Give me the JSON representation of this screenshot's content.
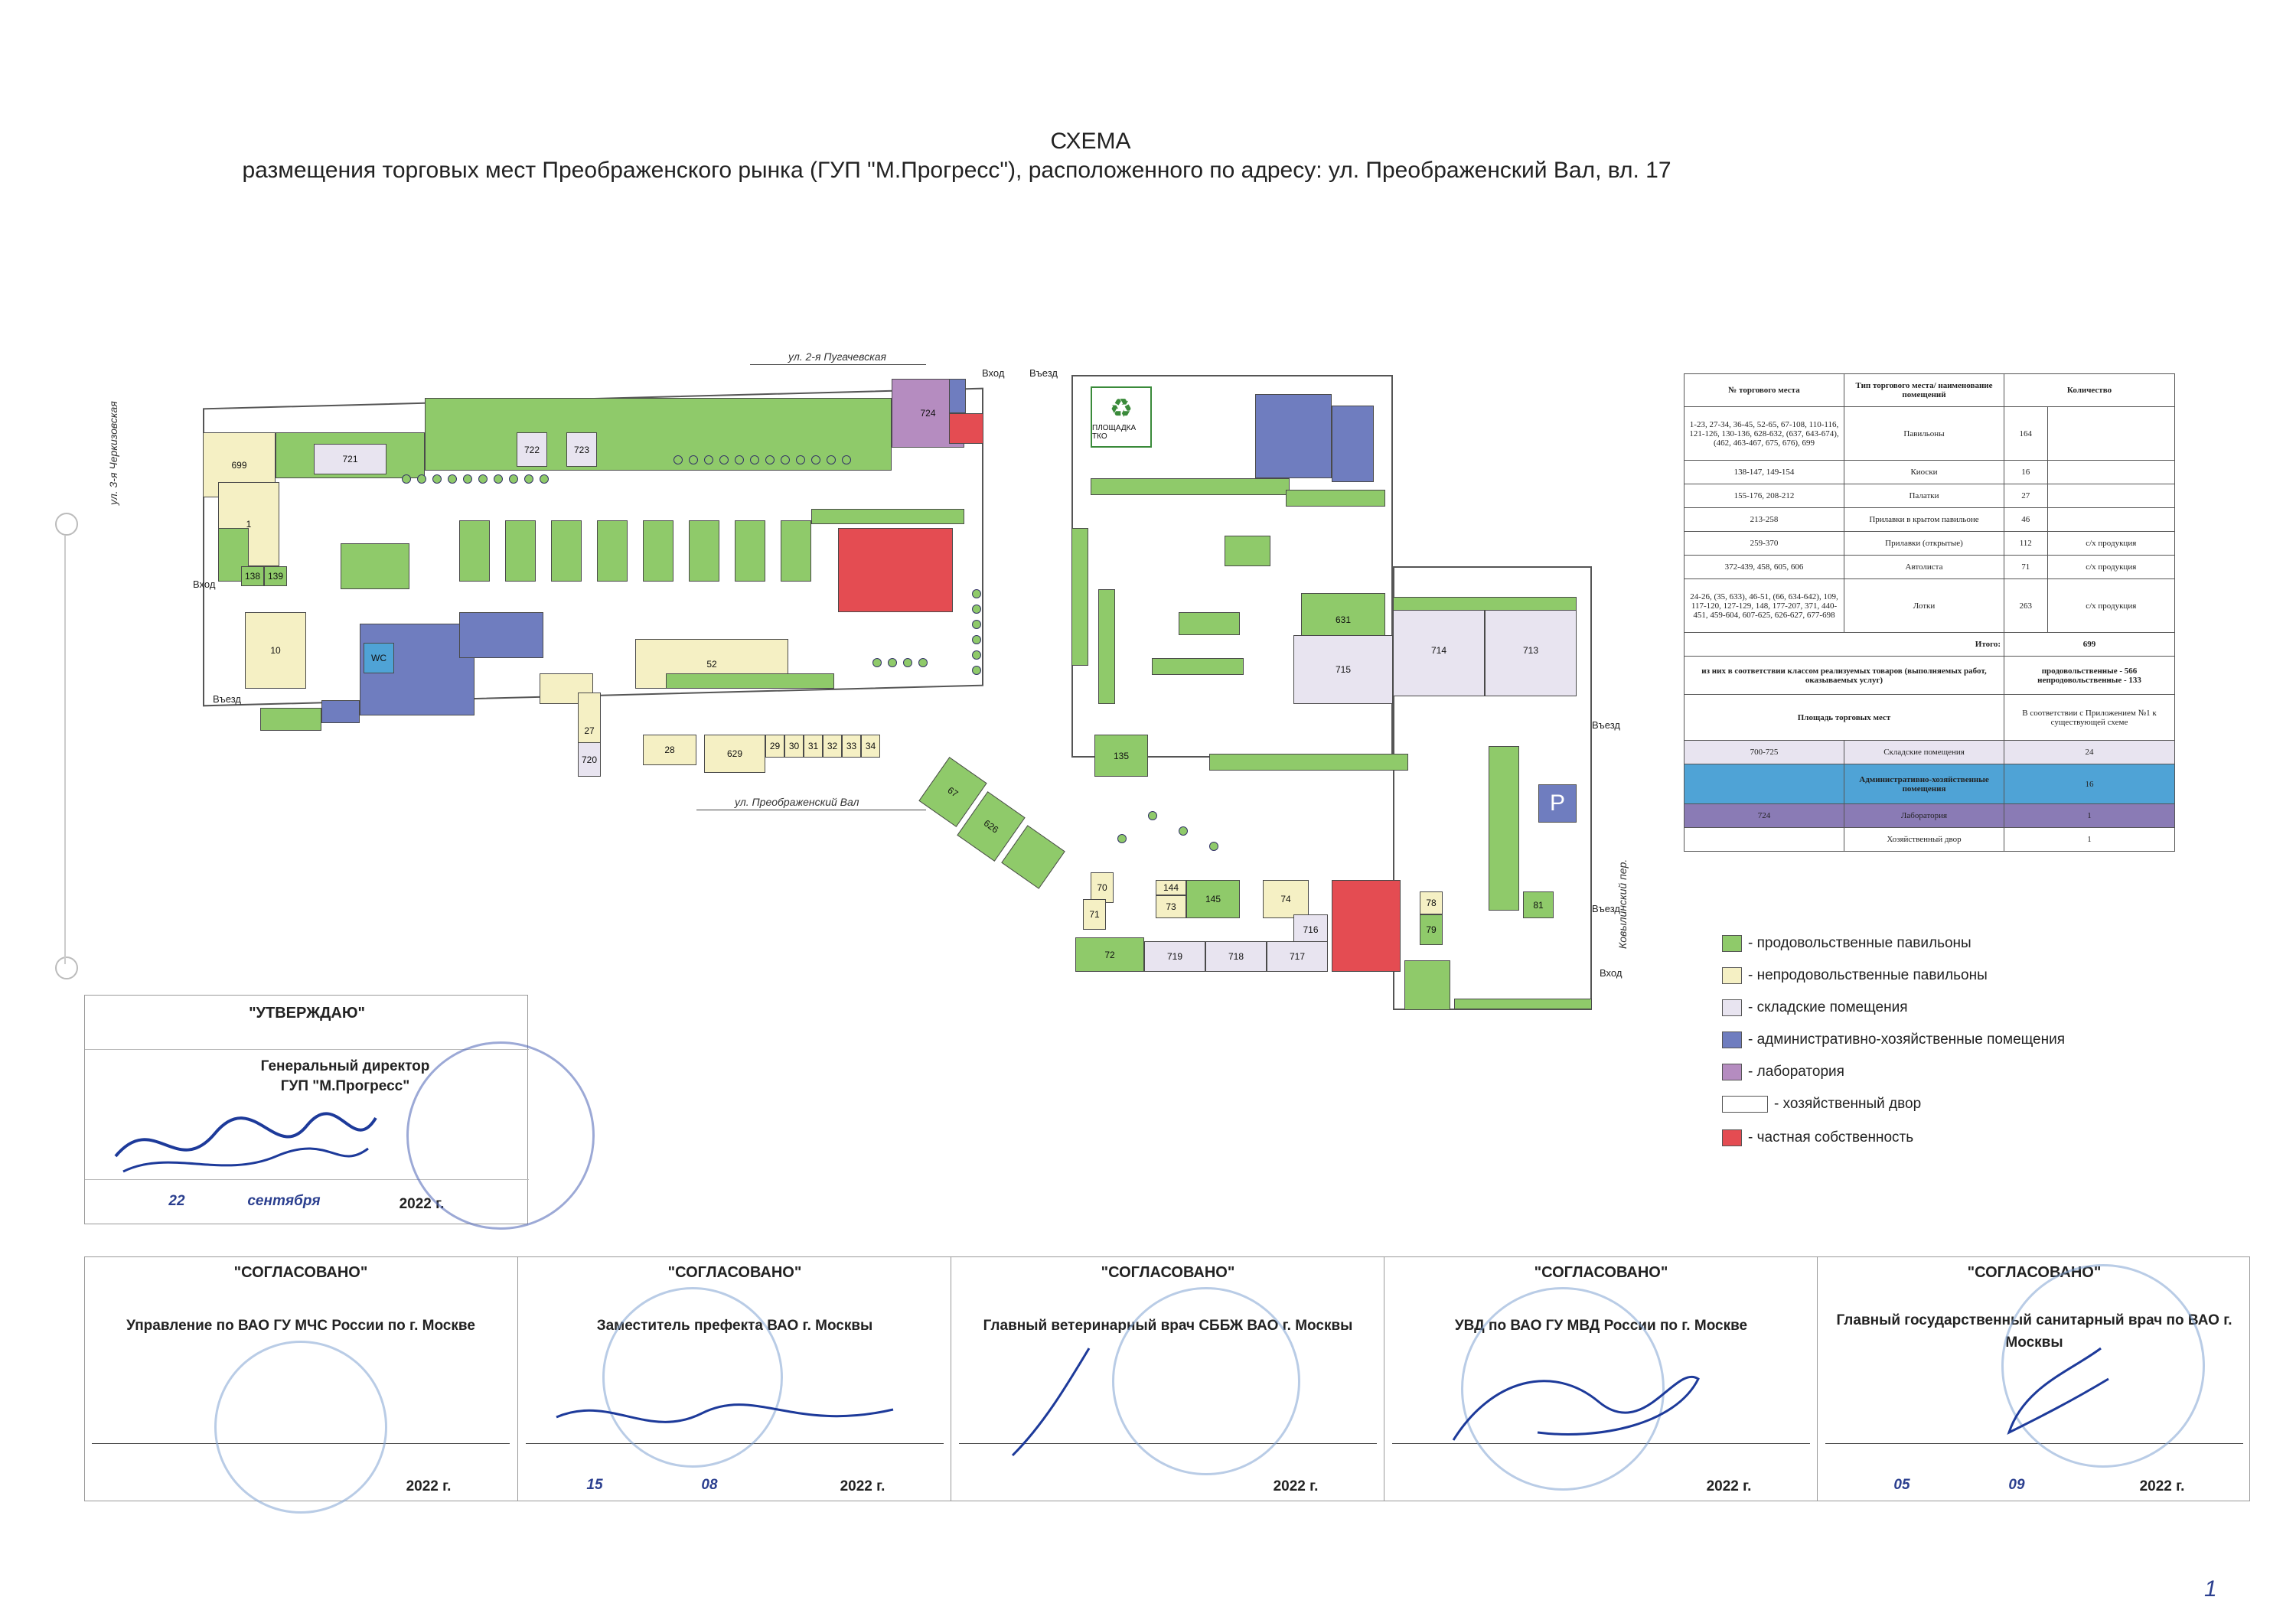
{
  "title": "СХЕМА",
  "subtitle": "размещения торговых мест Преображенского рынка (ГУП \"М.Прогресс\"), расположенного по адресу: ул. Преображенский Вал, вл. 17",
  "roads": {
    "pugachevskaya": "ул. 2-я Пугачевская",
    "cherkizovskaya": "ул. 3-я Черкизовская",
    "preobrazhensky_val": "ул. Преображенский Вал",
    "kovylinsky": "Ковылинский пер."
  },
  "entrances": {
    "vhod": "Вход",
    "vyezd": "Въезд"
  },
  "waste_sign": "ПЛОЩАДКА ТКО",
  "parking": "P",
  "blocks": {
    "b699": "699",
    "b721": "721",
    "b1": "1",
    "b722": "722",
    "b723": "723",
    "b724": "724",
    "b139": "139",
    "b138": "138",
    "b52": "52",
    "b27": "27",
    "b720": "720",
    "b28": "28",
    "b629": "629",
    "b29": "29",
    "b30": "30",
    "b31": "31",
    "b32": "32",
    "b33": "33",
    "b34": "34",
    "b10": "10",
    "b135": "135",
    "b715": "715",
    "b714": "714",
    "b713": "713",
    "b631": "631",
    "b144": "144",
    "b73": "73",
    "b145": "145",
    "b74": "74",
    "b719": "719",
    "b72": "72",
    "b718": "718",
    "b717": "717",
    "b716": "716",
    "b79": "79",
    "b78": "78",
    "b81": "81",
    "b70": "70",
    "b71": "71",
    "b67": "67",
    "b626": "626"
  },
  "table": {
    "head": [
      "№ торгового места",
      "Тип торгового места/ наименование помещений",
      "Количество"
    ],
    "rows": [
      [
        "1-23, 27-34, 36-45, 52-65, 67-108, 110-116, 121-126, 130-136, 628-632, (637, 643-674), (462, 463-467, 675, 676), 699",
        "Павильоны",
        "164",
        ""
      ],
      [
        "138-147, 149-154",
        "Киоски",
        "16",
        ""
      ],
      [
        "155-176, 208-212",
        "Палатки",
        "27",
        ""
      ],
      [
        "213-258",
        "Прилавки в крытом павильоне",
        "46",
        ""
      ],
      [
        "259-370",
        "Прилавки (открытые)",
        "112",
        "с/х продукция"
      ],
      [
        "372-439, 458, 605, 606",
        "Автолиста",
        "71",
        "с/х продукция"
      ],
      [
        "24-26, (35, 633), 46-51, (66, 634-642), 109, 117-120, 127-129, 148, 177-207, 371, 440-451, 459-604, 607-625, 626-627, 677-698",
        "Лотки",
        "263",
        "с/х продукция"
      ]
    ],
    "total_label": "Итого:",
    "total_value": "699",
    "incl_label": "из них в соответствии классом реализуемых товаров (выполняемых работ, оказываемых услуг)",
    "incl_value": "продовольственные - 566 непродовольственные - 133",
    "area_label": "Площадь торговых мест",
    "area_value": "В соответствии с Приложением №1 к существующей схеме",
    "r_sklad": [
      "700-725",
      "Складские помещения",
      "24"
    ],
    "r_adm": [
      "",
      "Административно-хозяйственные помещения",
      "16"
    ],
    "r_lab": [
      "724",
      "Лаборатория",
      "1"
    ],
    "r_hoz": [
      "",
      "Хозяйственный двор",
      "1"
    ]
  },
  "legend": [
    {
      "label": "- продовольственные павильоны",
      "color": "#8fca6a"
    },
    {
      "label": "- непродовольственные павильоны",
      "color": "#f5f0c4"
    },
    {
      "label": "- складские помещения",
      "color": "#e8e4f0"
    },
    {
      "label": "- административно-хозяйственные помещения",
      "color": "#6f7dbf"
    },
    {
      "label": "- лаборатория",
      "color": "#b58cc0"
    },
    {
      "label": "- хозяйственный двор",
      "color": "#ffffff"
    },
    {
      "label": "- частная собственность",
      "color": "#e44c52"
    }
  ],
  "approve": {
    "head": "\"УТВЕРЖДАЮ\"",
    "pos1": "Генеральный директор",
    "pos2": "ГУП \"М.Прогресс\"",
    "date_day": "22",
    "date_month": "сентября",
    "date_year": "2022 г."
  },
  "agreements": [
    {
      "head": "\"СОГЛАСОВАНО\"",
      "title": "Управление по ВАО ГУ МЧС России по г. Москве",
      "date_day": "",
      "date_month": "",
      "date_year": "2022 г."
    },
    {
      "head": "\"СОГЛАСОВАНО\"",
      "title": "Заместитель префекта ВАО г. Москвы",
      "date_day": "15",
      "date_month": "08",
      "date_year": "2022 г."
    },
    {
      "head": "\"СОГЛАСОВАНО\"",
      "title": "Главный ветеринарный врач СББЖ ВАО г. Москвы",
      "date_day": "",
      "date_month": "",
      "date_year": "2022 г."
    },
    {
      "head": "\"СОГЛАСОВАНО\"",
      "title": "УВД по ВАО ГУ МВД России по г. Москве",
      "date_day": "",
      "date_month": "",
      "date_year": "2022 г."
    },
    {
      "head": "\"СОГЛАСОВАНО\"",
      "title": "Главный государственный санитарный врач по ВАО г. Москвы",
      "date_day": "05",
      "date_month": "09",
      "date_year": "2022 г."
    }
  ],
  "page_mark": "1"
}
